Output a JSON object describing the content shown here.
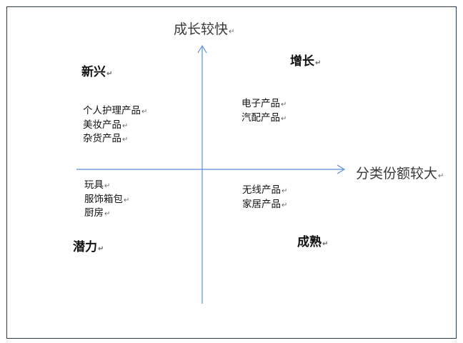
{
  "paragraph_mark": "↵",
  "axes": {
    "vertical_label": "成长较快",
    "horizontal_label": "分类份额较大",
    "color": "#5b8fd6"
  },
  "quadrants": {
    "top_left": {
      "title": "新兴",
      "items": [
        "个人护理产品",
        "美妆产品",
        "杂货产品"
      ]
    },
    "top_right": {
      "title": "增长",
      "items": [
        "电子产品",
        "汽配产品"
      ]
    },
    "bottom_left": {
      "title": "潜力",
      "items": [
        "玩具",
        "服饰箱包",
        "厨房"
      ]
    },
    "bottom_right": {
      "title": "成熟",
      "items": [
        "无线产品",
        "家居产品"
      ]
    }
  }
}
